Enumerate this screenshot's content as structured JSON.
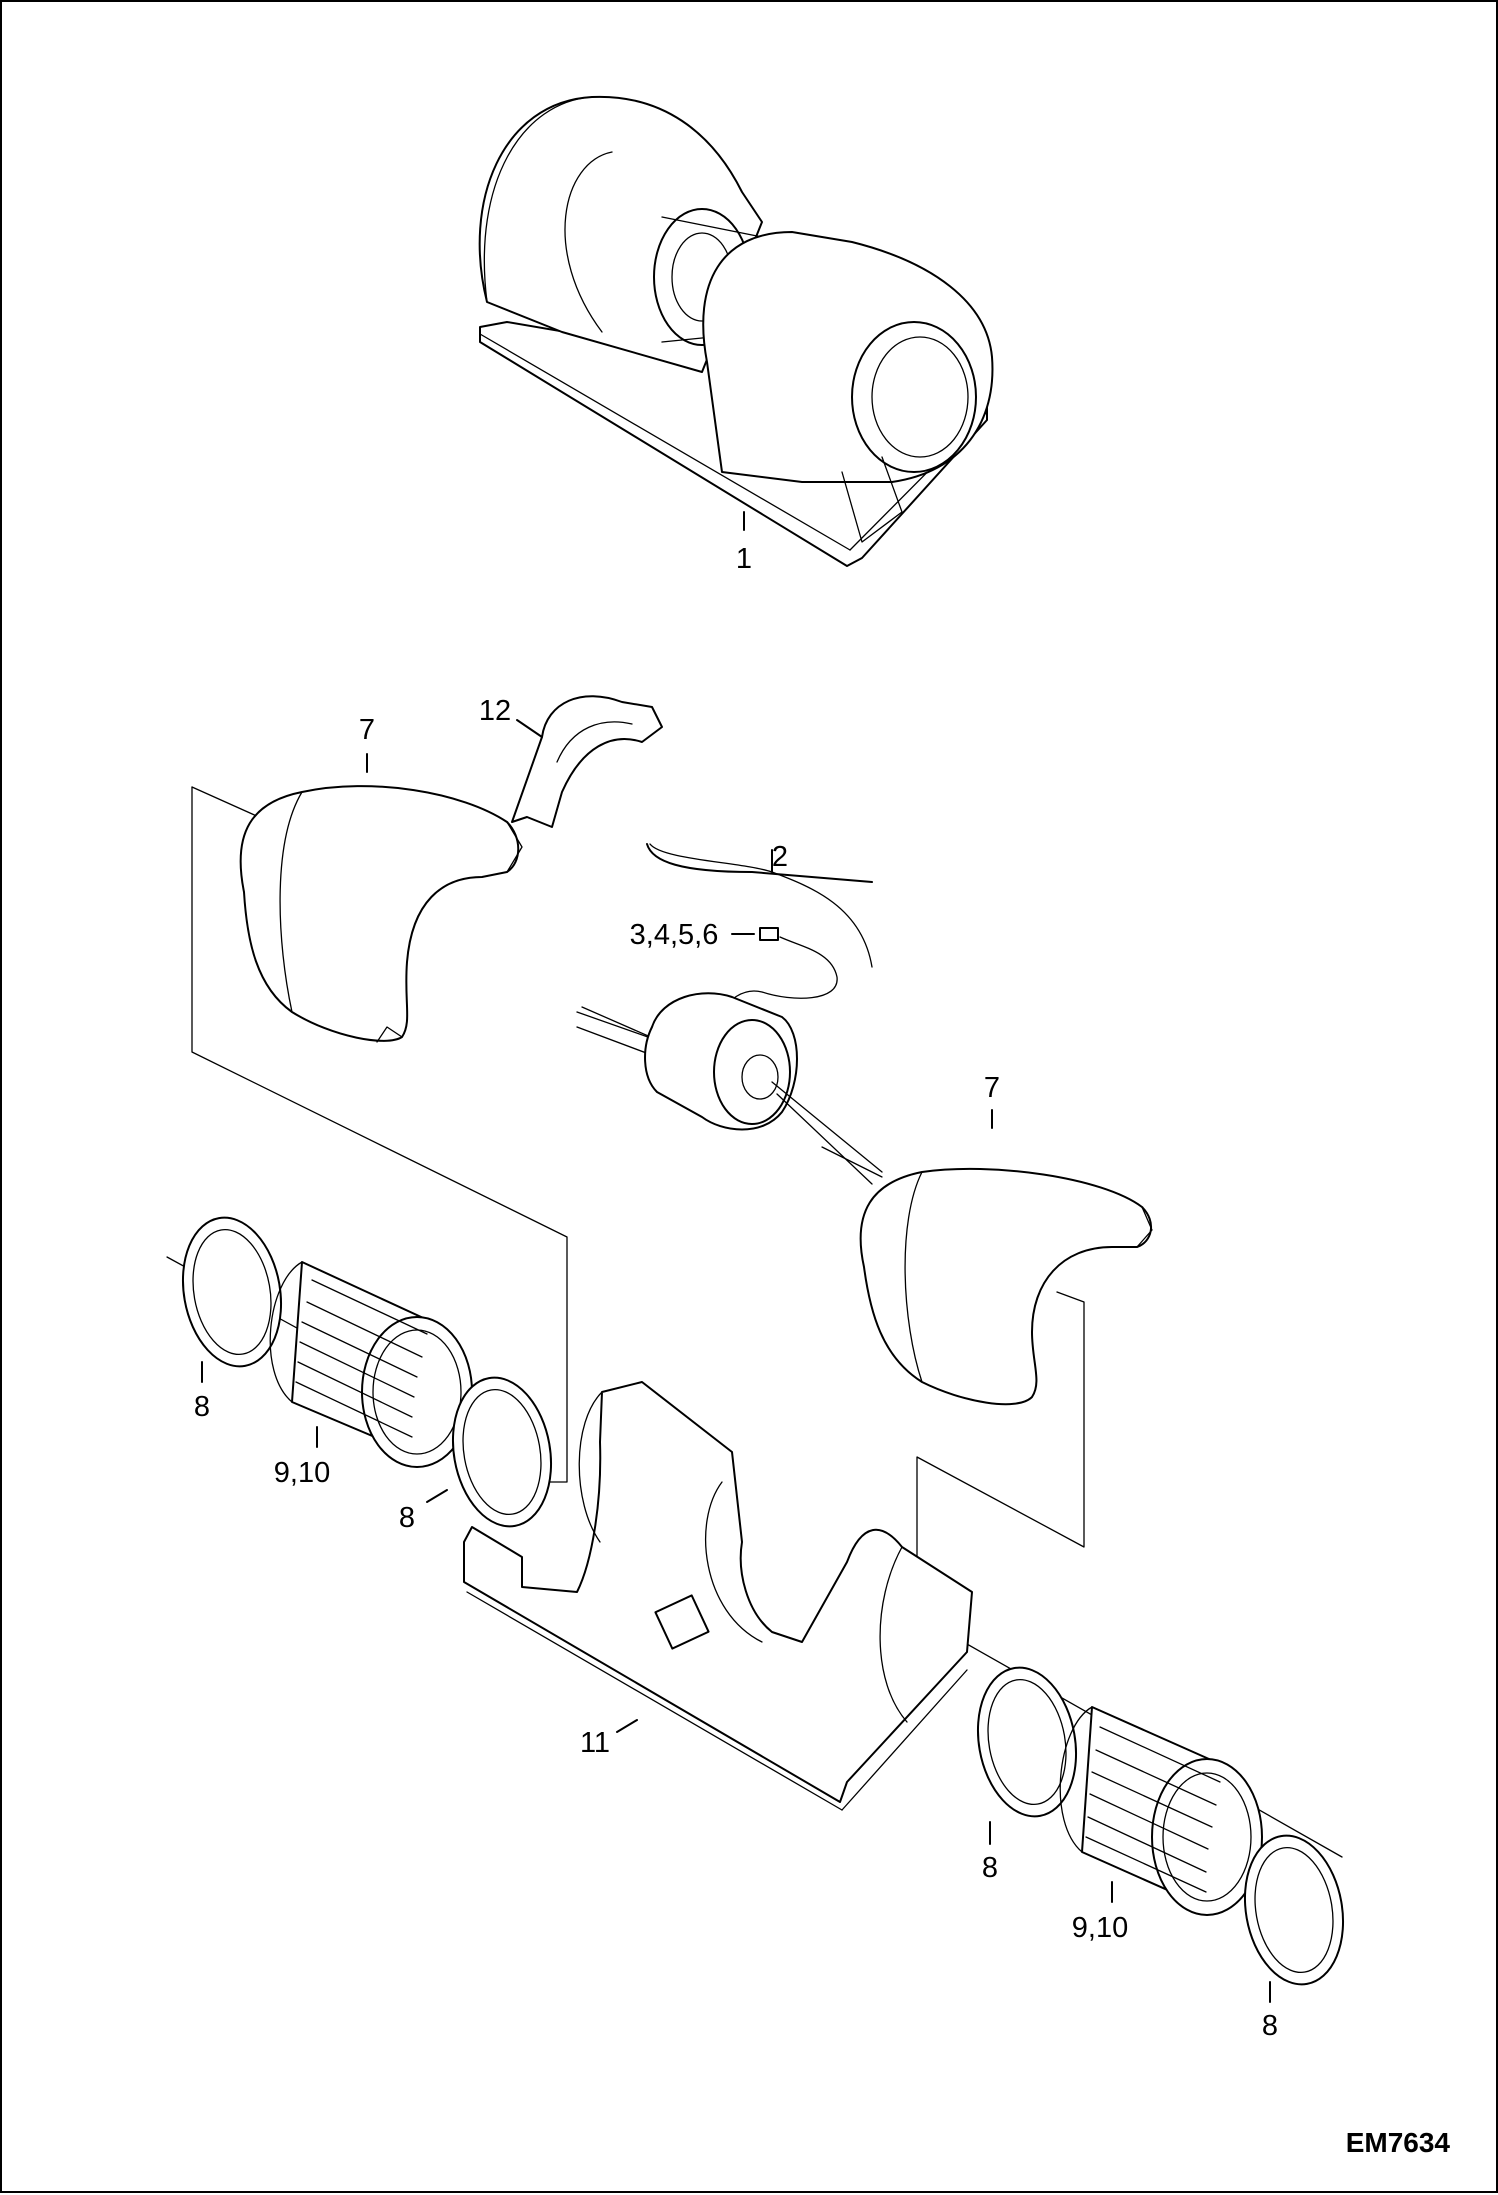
{
  "figure_id": "EM7634",
  "callouts": {
    "c1": "1",
    "c2": "2",
    "c3456": "3,4,5,6",
    "c7a": "7",
    "c7b": "7",
    "c8a": "8",
    "c8b": "8",
    "c8c": "8",
    "c8d": "8",
    "c910a": "9,10",
    "c910b": "9,10",
    "c11": "11",
    "c12": "12"
  }
}
